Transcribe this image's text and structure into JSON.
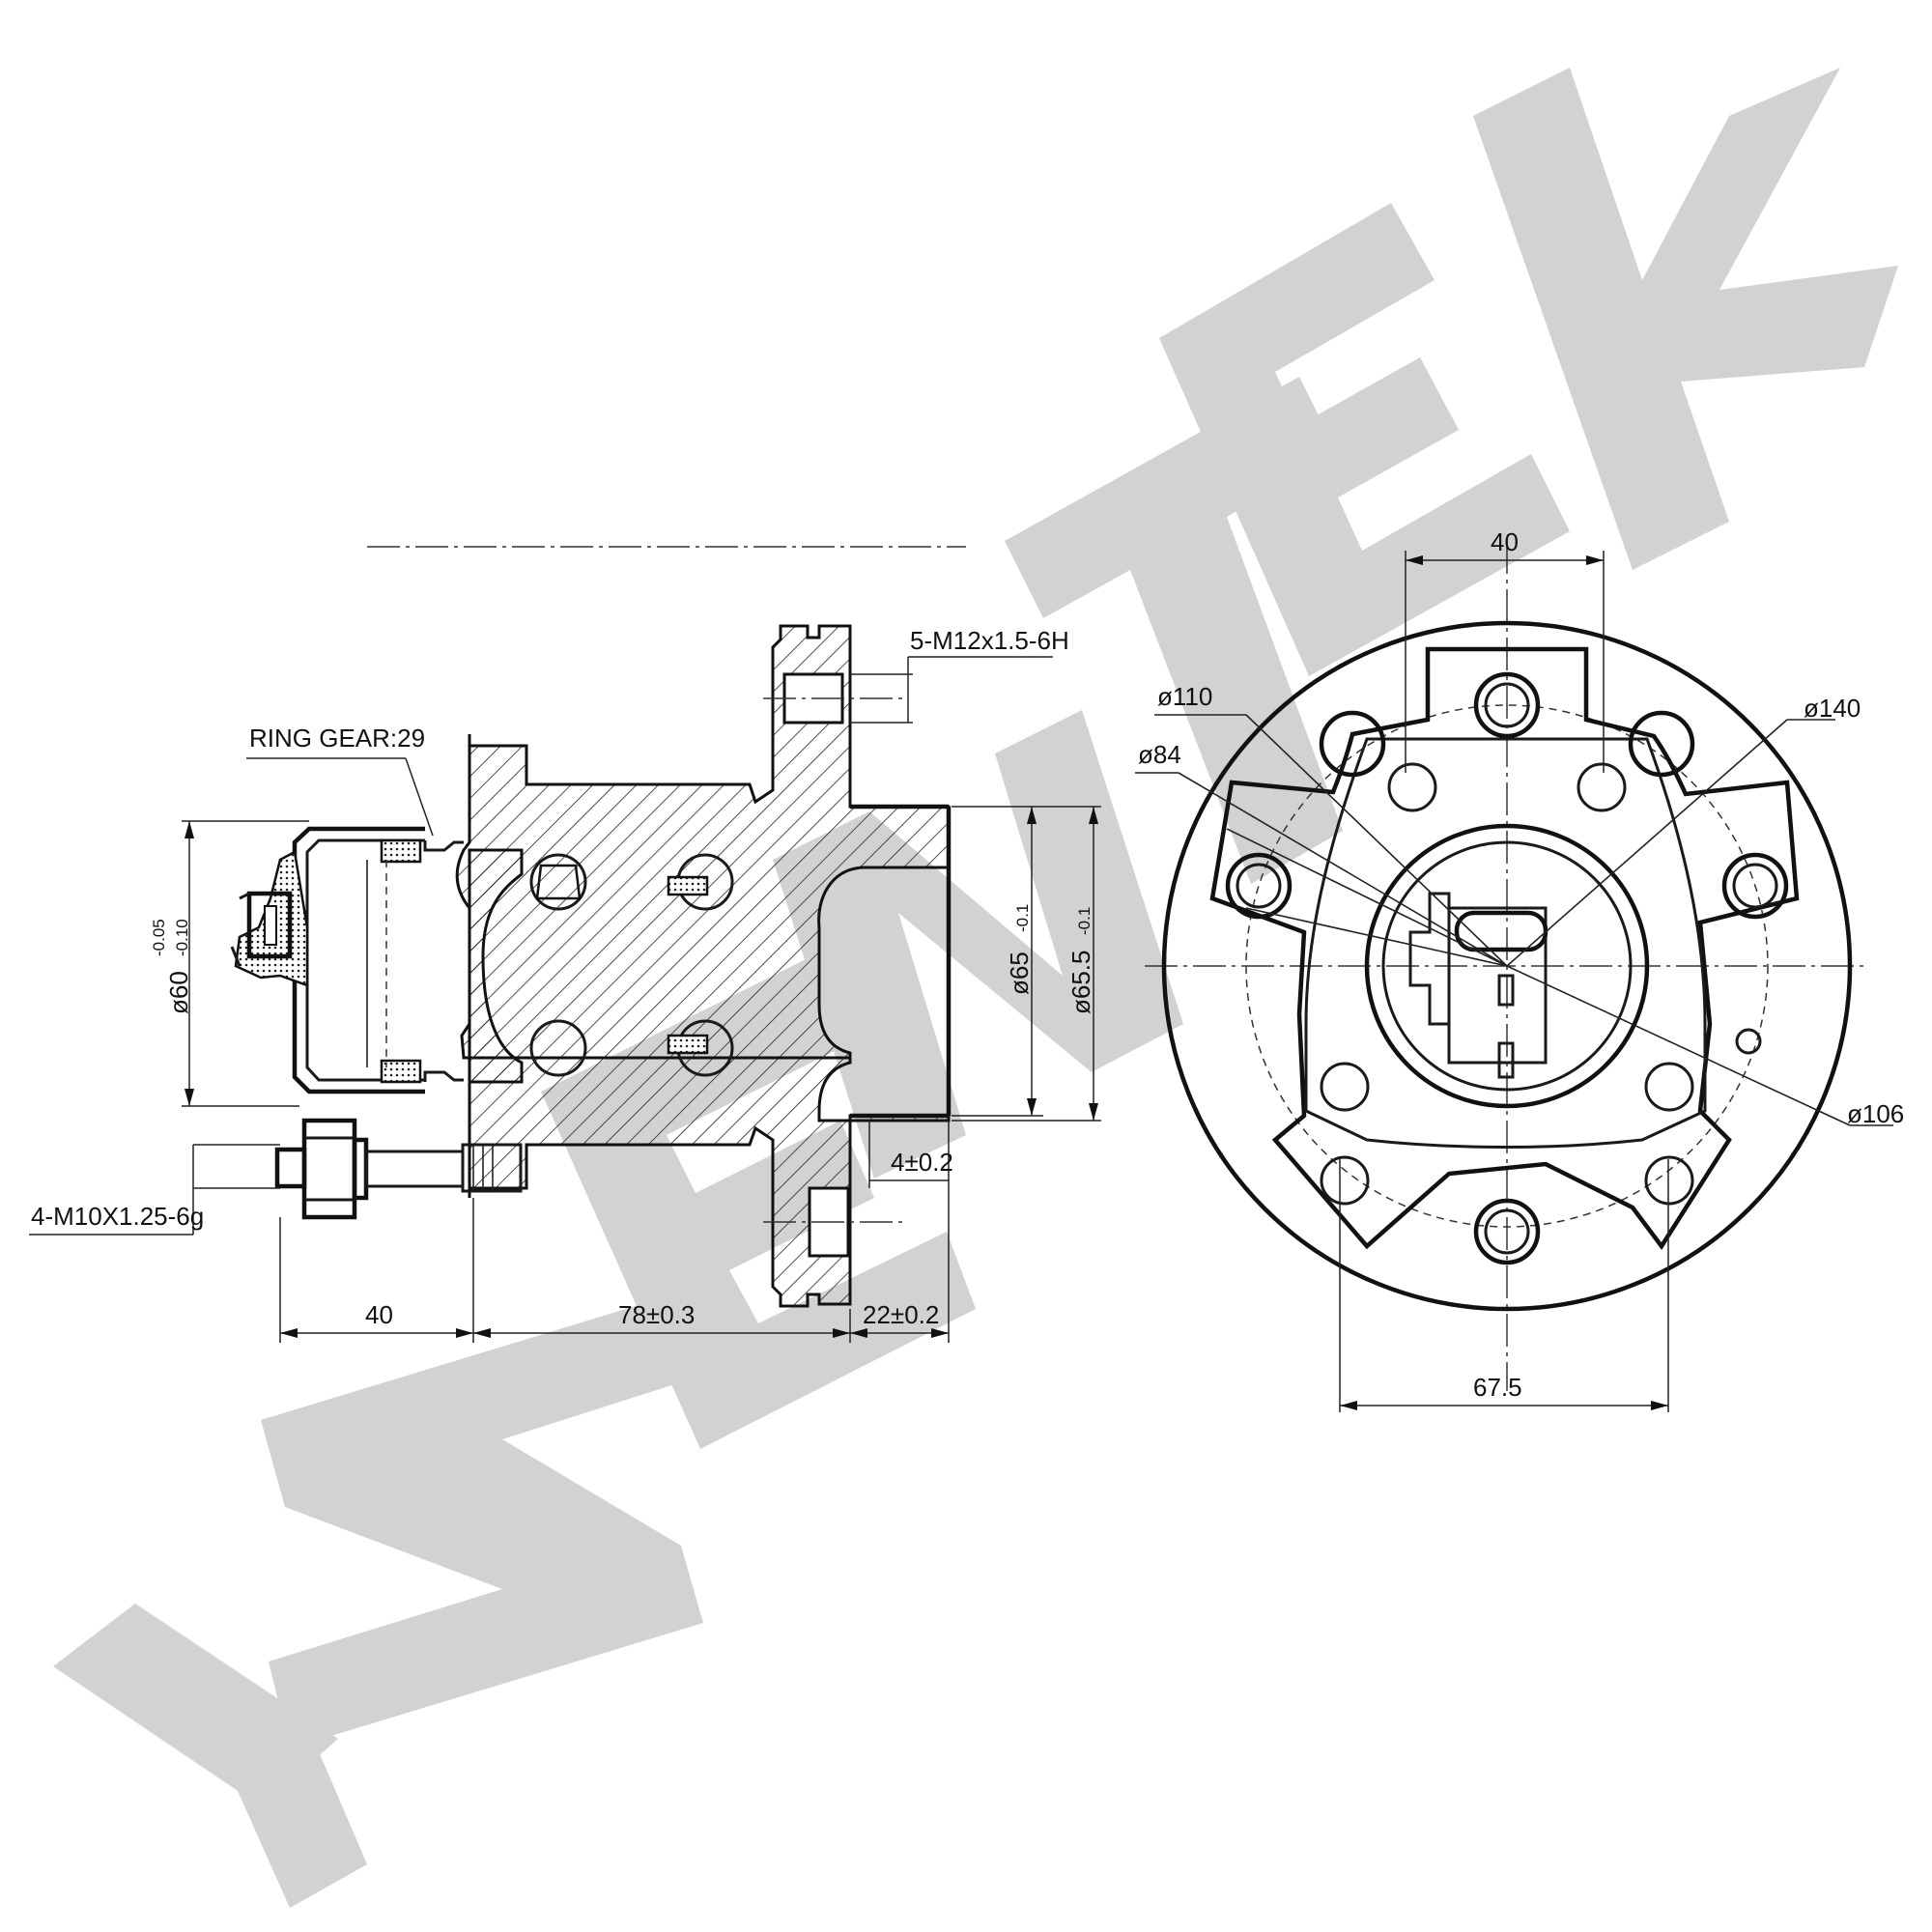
{
  "watermark": {
    "text": "ZENTEK",
    "color": "#d2d2d2"
  },
  "side_view": {
    "ring_gear_label": "RING GEAR:29",
    "wheel_stud_label": "5-M12x1.5-6H",
    "bolt_label": "4-M10X1.25-6g",
    "dim_pilot_dia": "ø60",
    "dim_pilot_tol_upper": "-0.05",
    "dim_pilot_tol_lower": "-0.10",
    "dim_spigot_dia": "ø65",
    "dim_spigot_tol": "-0.1",
    "dim_spigot2_dia": "ø65.5",
    "dim_spigot2_tol": "-0.1",
    "dim_bolt_length": "40",
    "dim_body_length": "78±0.3",
    "dim_flange_offset": "22±0.2",
    "dim_flange_step": "4±0.2"
  },
  "front_view": {
    "dim_top_width": "40",
    "dim_bottom_width": "67.5",
    "dim_pcd_110": "ø110",
    "dim_pcd_84": "ø84",
    "dim_outer_140": "ø140",
    "dim_pcd_106": "ø106"
  },
  "colors": {
    "line": "#111111",
    "background": "#ffffff"
  }
}
